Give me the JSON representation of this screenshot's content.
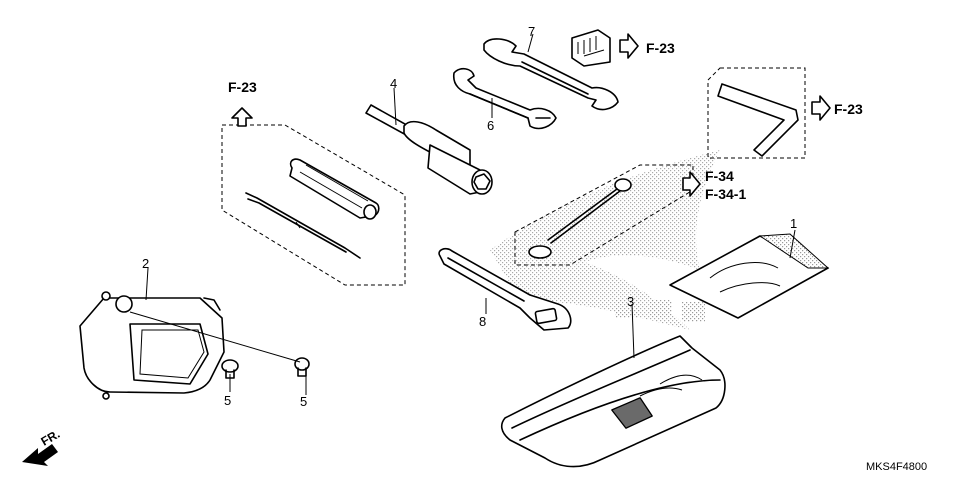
{
  "diagram": {
    "part_code": "MKS4F4800",
    "front_label": "FR.",
    "callouts": {
      "c1": "1",
      "c2": "2",
      "c3": "3",
      "c4": "4",
      "c5a": "5",
      "c5b": "5",
      "c6": "6",
      "c7": "7",
      "c8": "8"
    },
    "refs": {
      "r1": "F-23",
      "r2": "F-23",
      "r3": "F-23",
      "r4": "F-34",
      "r5": "F-34-1"
    }
  }
}
